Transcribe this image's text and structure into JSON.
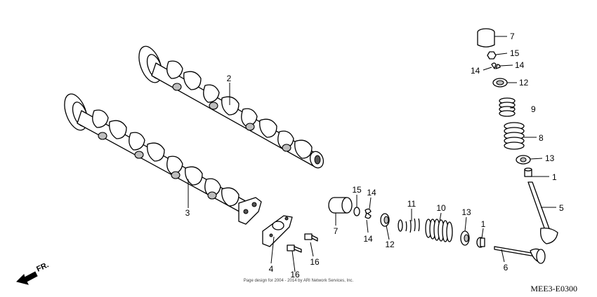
{
  "callouts": {
    "c1_top": "1",
    "c1_bottom": "1",
    "c2": "2",
    "c3": "3",
    "c4": "4",
    "c5": "5",
    "c6": "6",
    "c7_top": "7",
    "c7_mid": "7",
    "c8": "8",
    "c9": "9",
    "c10": "10",
    "c11": "11",
    "c12_top": "12",
    "c12_mid": "12",
    "c13_top": "13",
    "c13_mid": "13",
    "c14_top_left": "14",
    "c14_top_right": "14",
    "c14_mid_top": "14",
    "c14_mid_bottom": "14",
    "c15_top": "15",
    "c15_mid": "15",
    "c16_a": "16",
    "c16_b": "16"
  },
  "direction_label": "FR.",
  "copyright": "Page design for 2004 - 2014 by ARI Network Services, Inc.",
  "diagram_code": "MEE3-E0300"
}
